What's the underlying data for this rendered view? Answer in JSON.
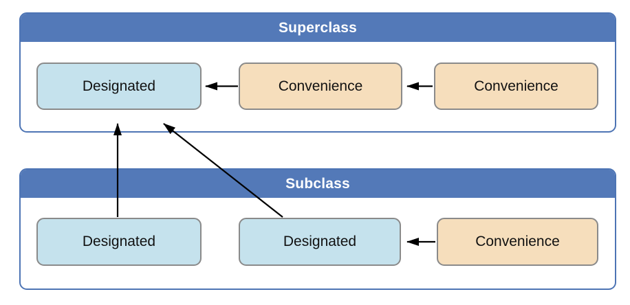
{
  "diagram": {
    "superclass": {
      "title": "Superclass",
      "boxes": [
        {
          "id": "superclass-designated",
          "label": "Designated",
          "type": "designated"
        },
        {
          "id": "superclass-convenience-1",
          "label": "Convenience",
          "type": "convenience"
        },
        {
          "id": "superclass-convenience-2",
          "label": "Convenience",
          "type": "convenience"
        }
      ]
    },
    "subclass": {
      "title": "Subclass",
      "boxes": [
        {
          "id": "subclass-designated-1",
          "label": "Designated",
          "type": "designated"
        },
        {
          "id": "subclass-designated-2",
          "label": "Designated",
          "type": "designated"
        },
        {
          "id": "subclass-convenience",
          "label": "Convenience",
          "type": "convenience"
        }
      ]
    },
    "relations": [
      {
        "from": "superclass-convenience-1",
        "to": "superclass-designated",
        "style": "horizontal-arrow"
      },
      {
        "from": "superclass-convenience-2",
        "to": "superclass-convenience-1",
        "style": "horizontal-arrow"
      },
      {
        "from": "subclass-convenience",
        "to": "subclass-designated-2",
        "style": "horizontal-arrow"
      },
      {
        "from": "subclass-designated-1",
        "to": "superclass-designated",
        "style": "vertical-arrow"
      },
      {
        "from": "subclass-designated-2",
        "to": "superclass-designated",
        "style": "diagonal-arrow"
      }
    ],
    "colors": {
      "header_fill": "#5379b8",
      "container_border": "#4d74b4",
      "container_fill": "#ffffff",
      "designated_fill": "#c5e2ed",
      "convenience_fill": "#f6debc",
      "node_border": "#8a8a8a",
      "arrow": "#000000",
      "header_text": "#ffffff",
      "node_text": "#111111",
      "background": "#ffffff"
    }
  }
}
